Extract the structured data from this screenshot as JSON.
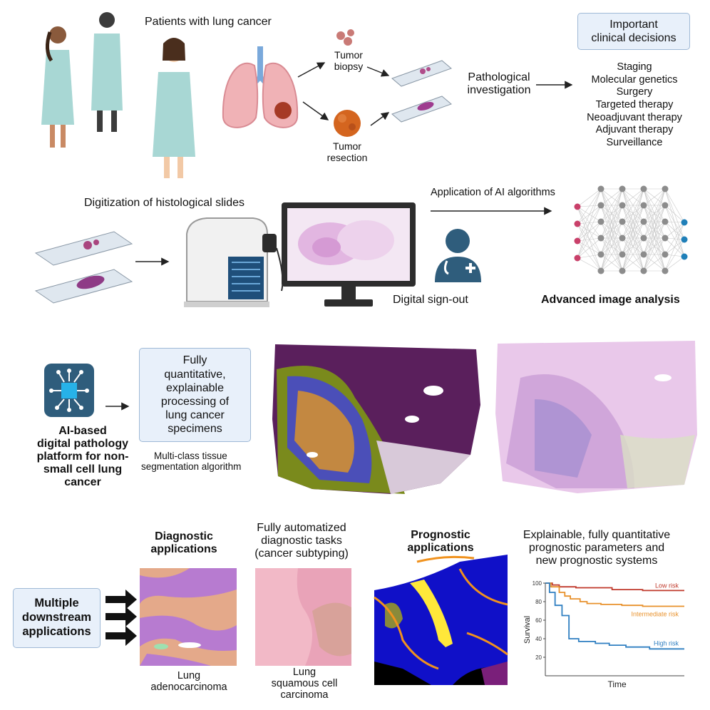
{
  "row1": {
    "patients_label": "Patients with lung cancer",
    "biopsy_label": [
      "Tumor",
      "biopsy"
    ],
    "resection_label": [
      "Tumor",
      "resection"
    ],
    "pathology_label": [
      "Pathological",
      "investigation"
    ],
    "decisions_title": [
      "Important",
      "clinical decisions"
    ],
    "decisions": [
      "Staging",
      "Molecular genetics",
      "Surgery",
      "Targeted therapy",
      "Neoadjuvant therapy",
      "Adjuvant therapy",
      "Surveillance"
    ]
  },
  "row2": {
    "digitization_label": "Digitization of histological slides",
    "ai_label": "Application of AI algorithms",
    "signout_label": "Digital sign-out",
    "analysis_label": "Advanced image analysis"
  },
  "row3": {
    "platform_label": [
      "AI-based",
      "digital pathology",
      "platform for non-",
      "small cell lung",
      "cancer"
    ],
    "quant_box": [
      "Fully",
      "quantitative,",
      "explainable",
      "processing of",
      "lung cancer",
      "specimens"
    ],
    "segmentation_label": [
      "Multi-class tissue",
      "segmentation algorithm"
    ]
  },
  "row4": {
    "downstream_box": [
      "Multiple",
      "downstream",
      "applications"
    ],
    "diagnostic_title": [
      "Diagnostic",
      "applications"
    ],
    "automated_label": [
      "Fully automatized",
      "diagnostic tasks",
      "(cancer subtyping)"
    ],
    "adeno_label": [
      "Lung",
      "adenocarcinoma"
    ],
    "squamous_label": [
      "Lung",
      "squamous cell",
      "carcinoma"
    ],
    "prognostic_title": [
      "Prognostic",
      "applications"
    ],
    "explainable_label": [
      "Explainable, fully quantitative",
      "prognostic parameters and",
      "new prognostic systems"
    ]
  },
  "chart_data": {
    "type": "line",
    "xlabel": "Time",
    "ylabel": "Survival",
    "ylim": [
      0,
      100
    ],
    "yticks": [
      20,
      40,
      60,
      80,
      100
    ],
    "grid": false,
    "series": [
      {
        "name": "Low risk",
        "color": "#c0392b",
        "x": [
          0,
          5,
          5,
          10,
          10,
          22,
          22,
          48,
          48,
          70,
          70,
          100
        ],
        "values": [
          100,
          100,
          98,
          98,
          96,
          96,
          95,
          95,
          93,
          93,
          92,
          92
        ]
      },
      {
        "name": "Intermediate risk",
        "color": "#e8912b",
        "x": [
          0,
          4,
          4,
          10,
          10,
          14,
          14,
          18,
          18,
          25,
          25,
          30,
          30,
          40,
          40,
          55,
          55,
          70,
          70,
          100
        ],
        "values": [
          100,
          100,
          96,
          96,
          90,
          90,
          86,
          86,
          83,
          83,
          80,
          80,
          78,
          78,
          77,
          77,
          76,
          76,
          75,
          75
        ]
      },
      {
        "name": "High risk",
        "color": "#2f7fc1",
        "x": [
          0,
          3,
          3,
          7,
          7,
          12,
          12,
          17,
          17,
          24,
          24,
          36,
          36,
          46,
          46,
          58,
          58,
          75,
          75,
          100
        ],
        "values": [
          100,
          100,
          90,
          90,
          76,
          76,
          65,
          65,
          40,
          40,
          37,
          37,
          35,
          35,
          33,
          33,
          31,
          31,
          29,
          29
        ]
      }
    ]
  }
}
